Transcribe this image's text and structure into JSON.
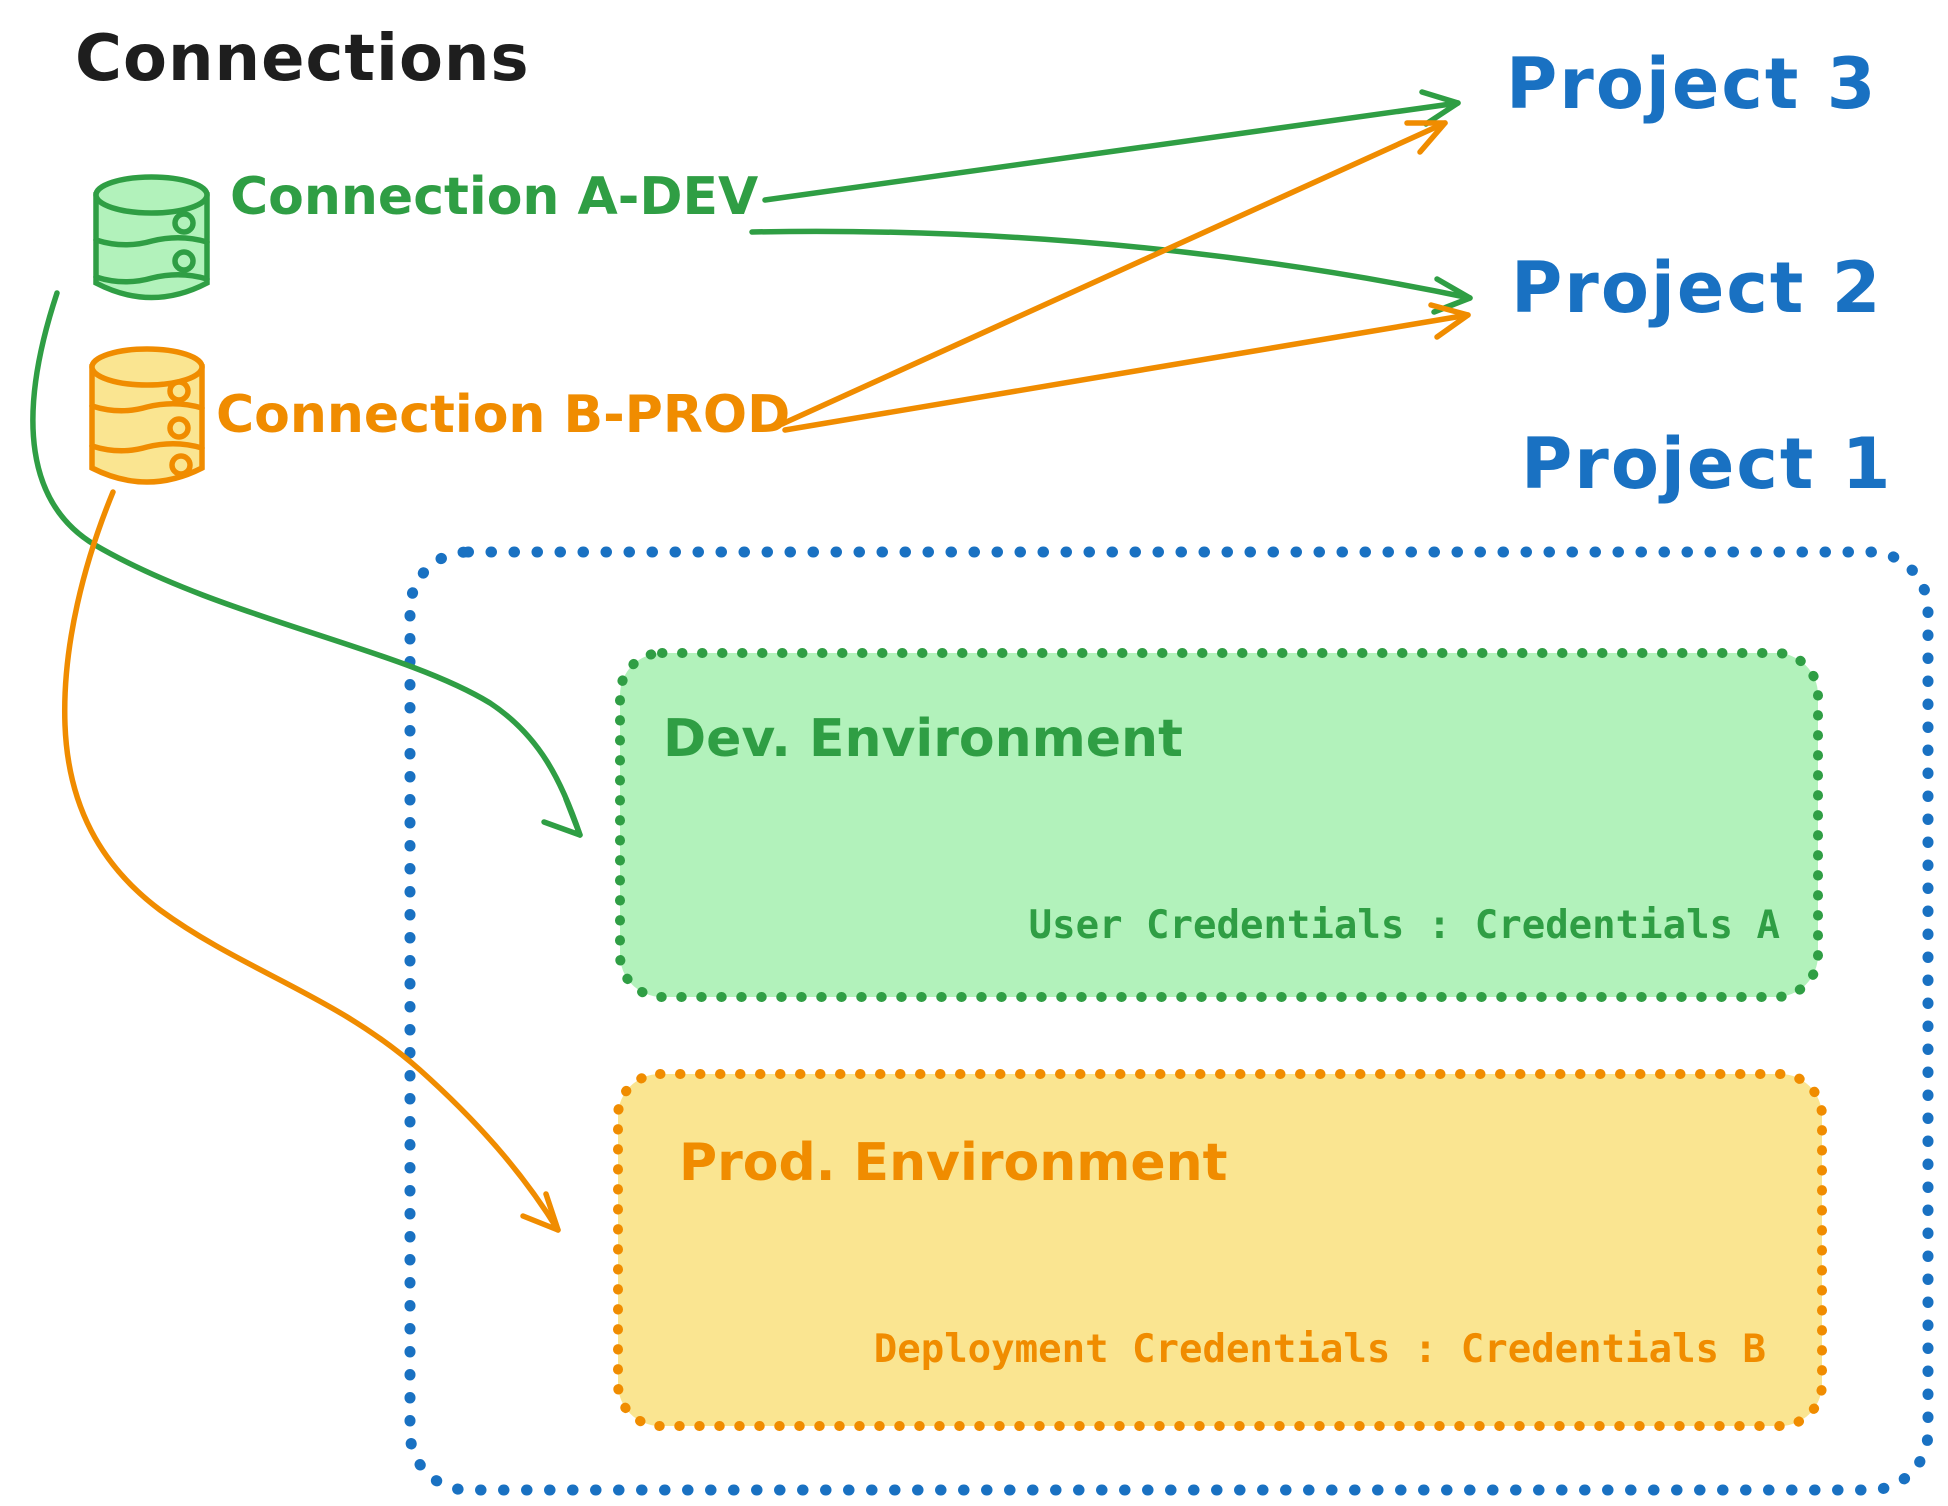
{
  "diagram": {
    "title": "Connections",
    "colors": {
      "ink": "#1e1e1e",
      "green_stroke": "#2f9e44",
      "green_fill": "#b2f2bb",
      "orange_stroke": "#f08c00",
      "orange_fill": "#fae591",
      "blue": "#1971c2"
    },
    "connections": [
      {
        "id": "a-dev",
        "label": "Connection A-DEV",
        "icon": "database-icon",
        "color": "#2f9e44",
        "targets": [
          "Project 3",
          "Project 2",
          "Dev. Environment"
        ]
      },
      {
        "id": "b-prod",
        "label": "Connection B-PROD",
        "icon": "database-icon",
        "color": "#f08c00",
        "targets": [
          "Project 3",
          "Project 2",
          "Prod. Environment"
        ]
      }
    ],
    "projects": [
      {
        "label": "Project 3"
      },
      {
        "label": "Project 2"
      },
      {
        "label": "Project 1"
      }
    ],
    "project1": {
      "environments": [
        {
          "title": "Dev. Environment",
          "credentials_line": "User Credentials : Credentials A",
          "color": "#2f9e44"
        },
        {
          "title": "Prod. Environment",
          "credentials_line": "Deployment Credentials : Credentials B",
          "color": "#f08c00"
        }
      ]
    },
    "edges": [
      {
        "from": "Connection A-DEV",
        "to": "Project 3",
        "color": "#2f9e44"
      },
      {
        "from": "Connection A-DEV",
        "to": "Project 2",
        "color": "#2f9e44"
      },
      {
        "from": "Connection A-DEV",
        "to": "Dev. Environment",
        "color": "#2f9e44"
      },
      {
        "from": "Connection B-PROD",
        "to": "Project 3",
        "color": "#f08c00"
      },
      {
        "from": "Connection B-PROD",
        "to": "Project 2",
        "color": "#f08c00"
      },
      {
        "from": "Connection B-PROD",
        "to": "Prod. Environment",
        "color": "#f08c00"
      }
    ]
  }
}
